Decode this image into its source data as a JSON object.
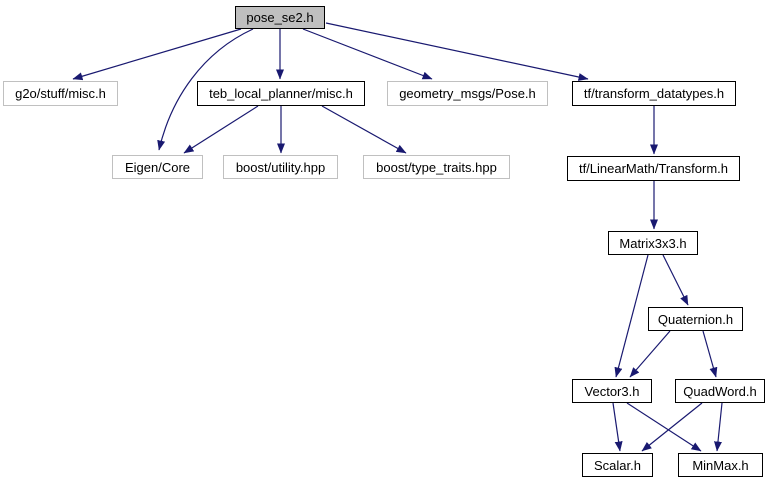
{
  "diagram": {
    "kind": "include-dependency-graph",
    "root_file": "pose_se2.h",
    "colors": {
      "background": "#ffffff",
      "edge": "#191970",
      "node_fill": "#ffffff",
      "root_fill": "#bfbfbf",
      "linked_node_border": "#000000",
      "external_node_border": "#c0c0c0",
      "text": "#000000"
    }
  },
  "nodes": {
    "pose_se2": {
      "label": "pose_se2.h"
    },
    "g2o": {
      "label": "g2o/stuff/misc.h"
    },
    "teb": {
      "label": "teb_local_planner/misc.h"
    },
    "geometry": {
      "label": "geometry_msgs/Pose.h"
    },
    "tfdt": {
      "label": "tf/transform_datatypes.h"
    },
    "eigen": {
      "label": "Eigen/Core"
    },
    "bu": {
      "label": "boost/utility.hpp"
    },
    "btt": {
      "label": "boost/type_traits.hpp"
    },
    "tft": {
      "label": "tf/LinearMath/Transform.h"
    },
    "m33": {
      "label": "Matrix3x3.h"
    },
    "quat": {
      "label": "Quaternion.h"
    },
    "vec3": {
      "label": "Vector3.h"
    },
    "quad": {
      "label": "QuadWord.h"
    },
    "scalar": {
      "label": "Scalar.h"
    },
    "minmax": {
      "label": "MinMax.h"
    }
  },
  "edges": [
    {
      "from": "pose_se2.h",
      "to": "g2o/stuff/misc.h"
    },
    {
      "from": "pose_se2.h",
      "to": "Eigen/Core"
    },
    {
      "from": "pose_se2.h",
      "to": "teb_local_planner/misc.h"
    },
    {
      "from": "pose_se2.h",
      "to": "geometry_msgs/Pose.h"
    },
    {
      "from": "pose_se2.h",
      "to": "tf/transform_datatypes.h"
    },
    {
      "from": "teb_local_planner/misc.h",
      "to": "Eigen/Core"
    },
    {
      "from": "teb_local_planner/misc.h",
      "to": "boost/utility.hpp"
    },
    {
      "from": "teb_local_planner/misc.h",
      "to": "boost/type_traits.hpp"
    },
    {
      "from": "tf/transform_datatypes.h",
      "to": "tf/LinearMath/Transform.h"
    },
    {
      "from": "tf/LinearMath/Transform.h",
      "to": "Matrix3x3.h"
    },
    {
      "from": "Matrix3x3.h",
      "to": "Quaternion.h"
    },
    {
      "from": "Matrix3x3.h",
      "to": "Vector3.h"
    },
    {
      "from": "Quaternion.h",
      "to": "Vector3.h"
    },
    {
      "from": "Quaternion.h",
      "to": "QuadWord.h"
    },
    {
      "from": "Vector3.h",
      "to": "Scalar.h"
    },
    {
      "from": "Vector3.h",
      "to": "MinMax.h"
    },
    {
      "from": "QuadWord.h",
      "to": "Scalar.h"
    },
    {
      "from": "QuadWord.h",
      "to": "MinMax.h"
    }
  ]
}
